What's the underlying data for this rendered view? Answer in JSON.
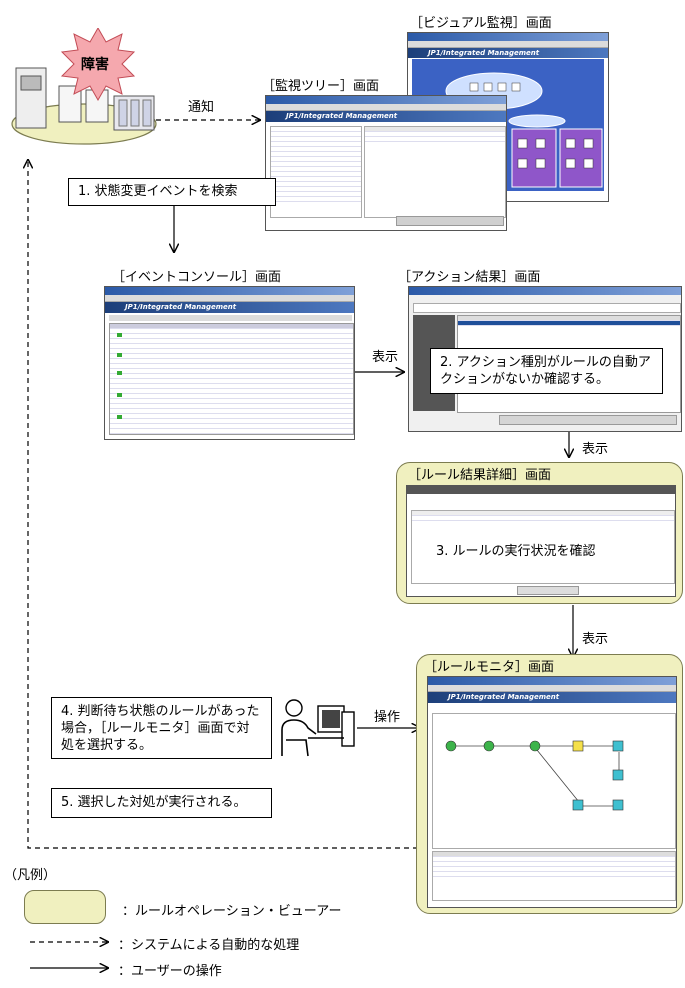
{
  "labels": {
    "visual": "［ビジュアル監視］画面",
    "tree": "［監視ツリー］画面",
    "event": "［イベントコンソール］画面",
    "action": "［アクション結果］画面",
    "rule_detail": "［ルール結果詳細］画面",
    "rule_monitor": "［ルールモニタ］画面",
    "fault": "障害",
    "notify": "通知",
    "display1": "表示",
    "display2": "表示",
    "display3": "表示",
    "operation": "操作"
  },
  "steps": {
    "s1": "1. 状態変更イベントを検索",
    "s2": "2. アクション種別がルールの自動アクションがないか確認する。",
    "s3": "3. ルールの実行状況を確認",
    "s4": "4. 判断待ち状態のルールがあった場合，［ルールモニタ］画面で対処を選択する。",
    "s5": "5. 選択した対処が実行される。"
  },
  "legend": {
    "title": "（凡例）",
    "viewer": "：ルールオペレーション・ビューアー",
    "auto": "：システムによる自動的な処理",
    "user": "：ユーザーの操作"
  },
  "screens": {
    "brand": "JP1/Integrated Management"
  },
  "colors": {
    "viewer_bg": "#f0f0bf",
    "fault_burst": "#f5a8ae",
    "visual_bg": "#3b62c4",
    "purple": "#8f56c9"
  }
}
